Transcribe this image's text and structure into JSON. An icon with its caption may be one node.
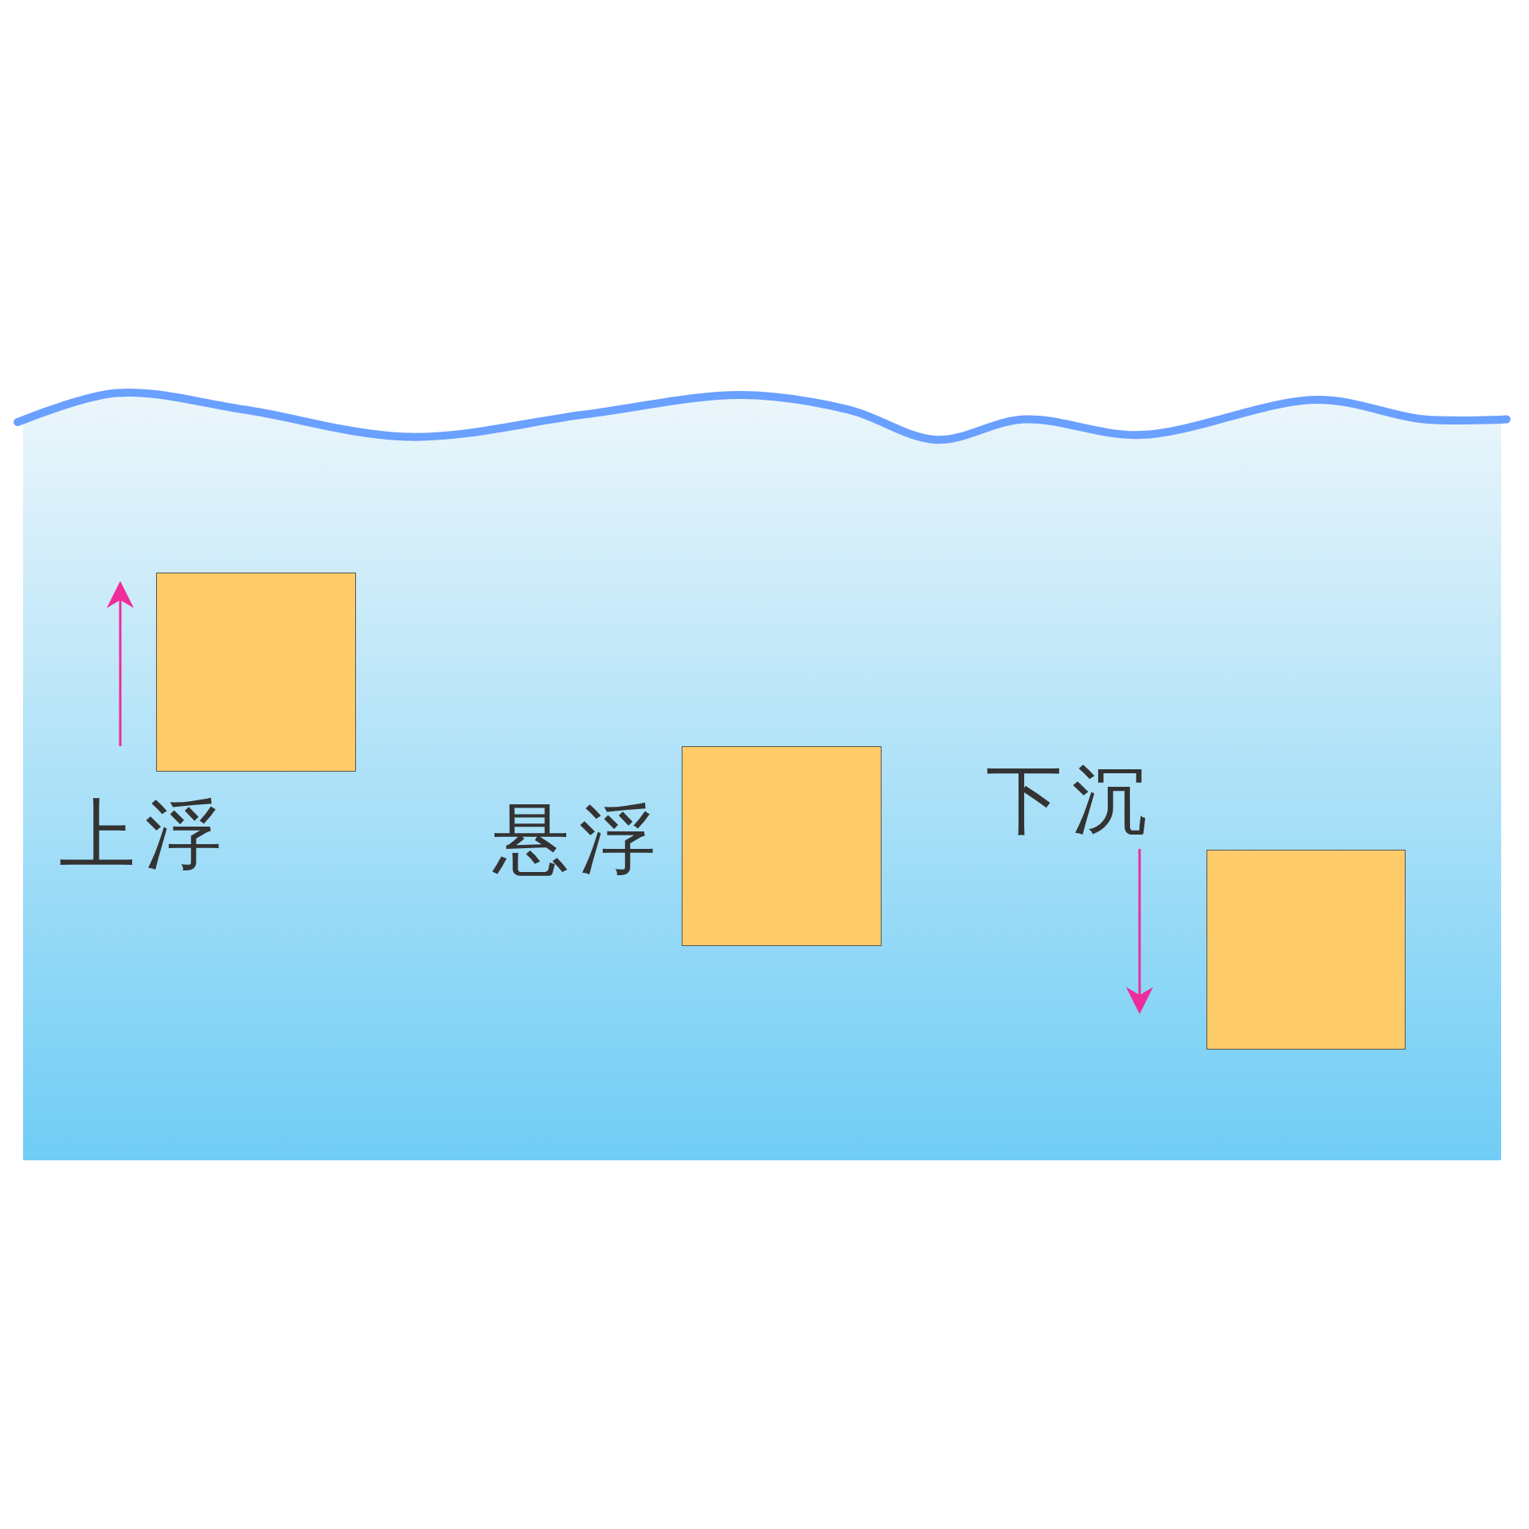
{
  "diagram": {
    "nodes": [
      {
        "text": [],
        "shape": "box",
        "beside": [
          "上浮"
        ]
      },
      {
        "text": [],
        "shape": "box",
        "beside": [
          "悬浮"
        ]
      },
      {
        "text": [],
        "shape": "box",
        "beside": [
          "下沉"
        ]
      }
    ],
    "edges": []
  }
}
